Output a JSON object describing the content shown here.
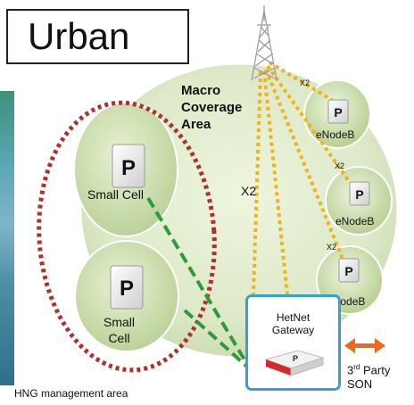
{
  "title": "Urban",
  "macro_label": {
    "line1": "Macro",
    "line2": "Coverage",
    "line3": "Area"
  },
  "small_cells": [
    {
      "line1": "Small Cell",
      "line2": ""
    },
    {
      "line1": "Small",
      "line2": "Cell"
    }
  ],
  "enodebs": [
    "eNodeB",
    "eNodeB",
    "eNodeB"
  ],
  "x2_labels": [
    "X2",
    "X2",
    "X2"
  ],
  "x2_main": "X2",
  "gateway": {
    "line1": "HetNet",
    "line2": "Gateway"
  },
  "third_party": {
    "prefix": "3",
    "superscript": "rd",
    "suffix": " Party",
    "line2": "SON"
  },
  "management_area": "HNG management area",
  "colors": {
    "x2_link": "#f1b21a",
    "backhaul": "#2f9a3a",
    "management_outline": "#b03030",
    "gateway_border": "#3a9fd0",
    "son_arrow": "#ee6a1a"
  }
}
